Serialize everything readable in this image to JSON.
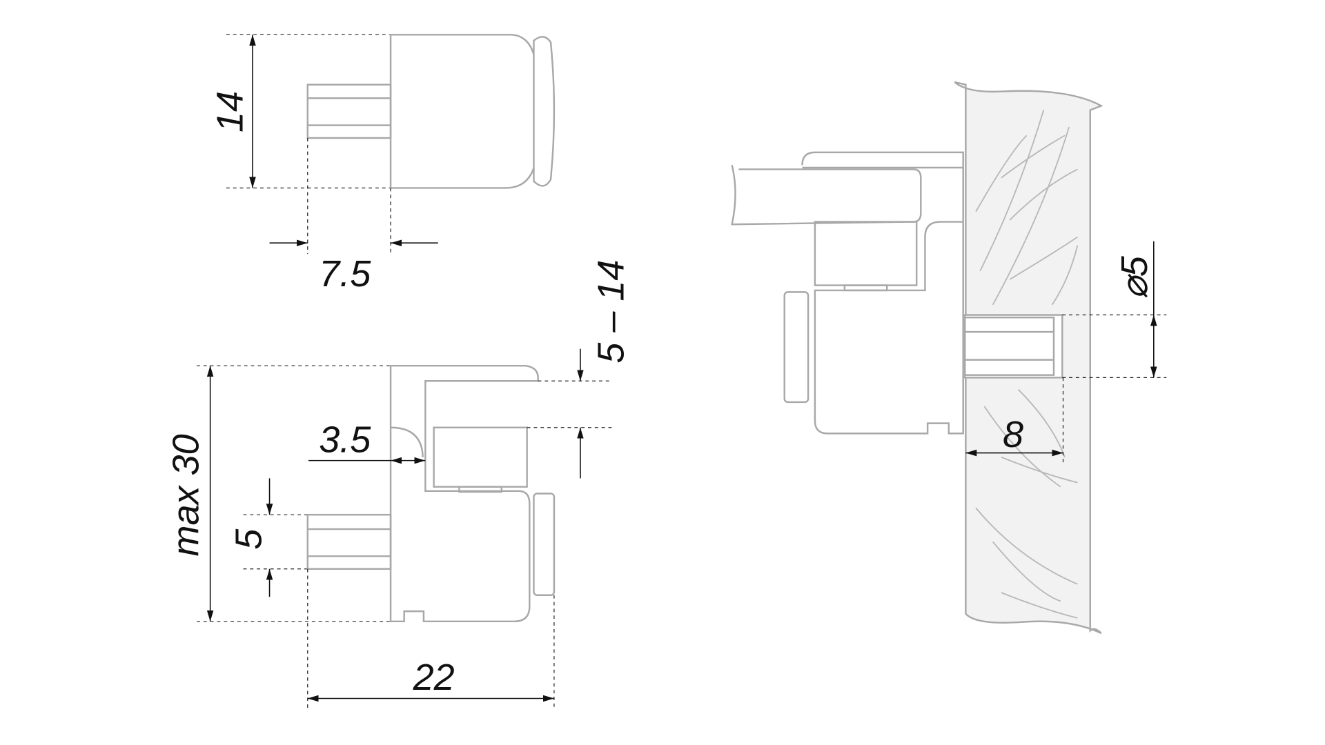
{
  "dimensions": {
    "top_height": "14",
    "pin_length": "7.5",
    "max_thickness": "max 30",
    "glass_range": "5 – 14",
    "offset": "3.5",
    "pin_diameter": "5",
    "depth": "22",
    "hole_diameter": "⌀5",
    "hole_depth": "8"
  },
  "colors": {
    "outline": "#a8a8a8",
    "dimension": "#111111",
    "wall": "#f2f2f2"
  }
}
